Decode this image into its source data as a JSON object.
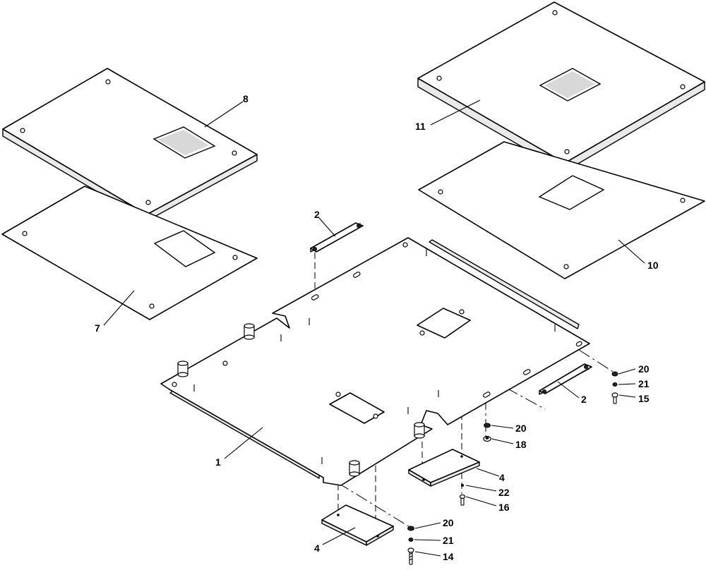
{
  "callouts": {
    "c1": "1",
    "c2a": "2",
    "c2b": "2",
    "c4a": "4",
    "c4b": "4",
    "c7": "7",
    "c8": "8",
    "c10": "10",
    "c11": "11",
    "c14": "14",
    "c15": "15",
    "c16": "16",
    "c18": "18",
    "c20a": "20",
    "c20b": "20",
    "c20c": "20",
    "c21a": "21",
    "c21b": "21",
    "c22": "22"
  }
}
